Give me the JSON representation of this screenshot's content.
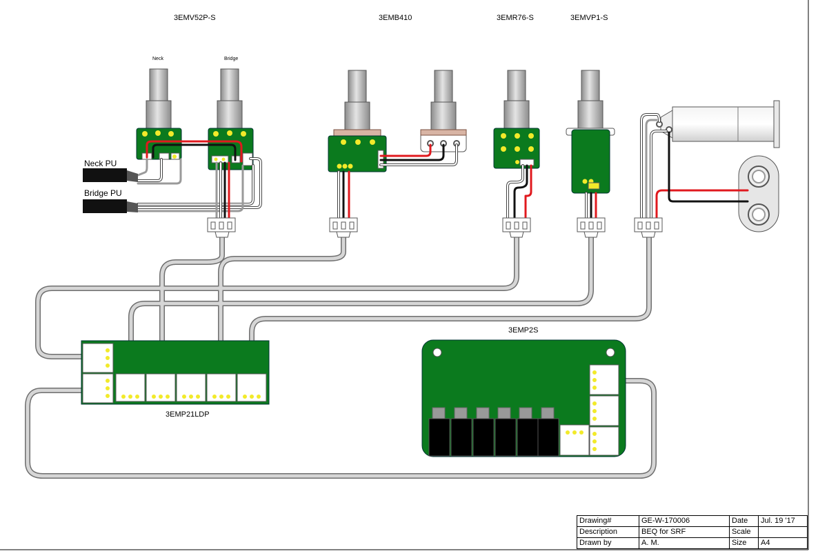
{
  "components": {
    "pot_neck_bridge": "3EMV52P-S",
    "pot_neck_label": "Neck",
    "pot_bridge_label": "Bridge",
    "pot_dual": "3EMB410",
    "pot_mid": "3EMR76-S",
    "pot_vol": "3EMVP1-S",
    "board_main": "3EMP21LDP",
    "board_preamp": "3EMP2S"
  },
  "pickups": {
    "neck": "Neck PU",
    "bridge": "Bridge PU"
  },
  "title_block": {
    "drawing_label": "Drawing#",
    "drawing_value": "GE-W-170006",
    "date_label": "Date",
    "date_value": "Jul. 19 '17",
    "description_label": "Description",
    "description_value": "BEQ for SRF",
    "scale_label": "Scale",
    "scale_value": "",
    "drawnby_label": "Drawn by",
    "drawnby_value": "A. M.",
    "size_label": "Size",
    "size_value": "A4"
  },
  "colors": {
    "pcb_green": "#0b7a1e",
    "wire_red": "#e0191e",
    "wire_black": "#111111",
    "wire_grey": "#9a9a9a",
    "solder_yellow": "#f2ea2a",
    "cable_grey": "#c8c8c8"
  }
}
